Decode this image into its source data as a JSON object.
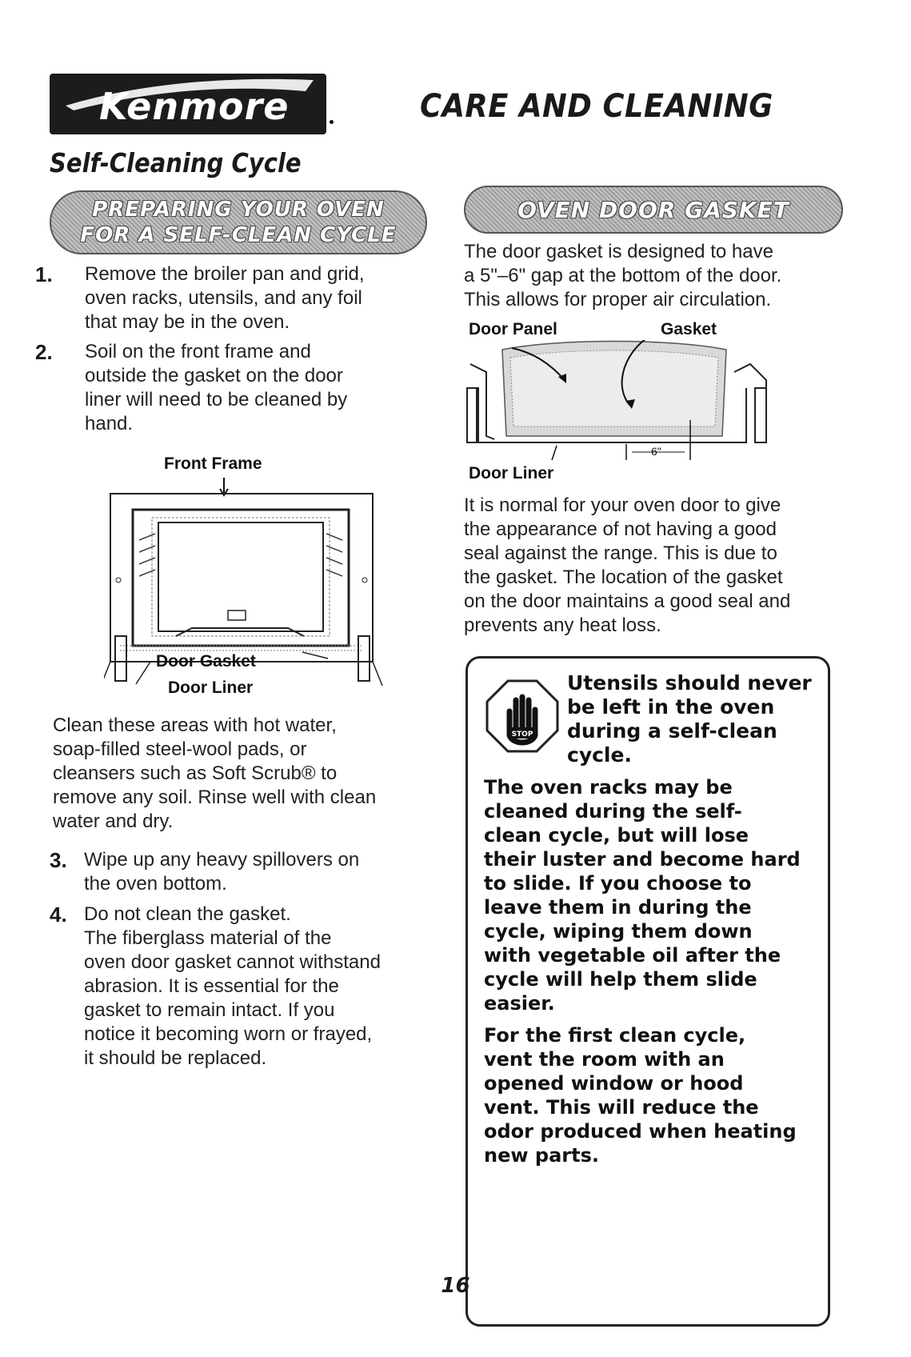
{
  "header": {
    "logo_text": "Kenmore",
    "title": "CARE AND CLEANING"
  },
  "subtitle": "Self-Cleaning Cycle",
  "left": {
    "section_title_line1": "PREPARING YOUR OVEN",
    "section_title_line2": "FOR A SELF-CLEAN CYCLE",
    "step1_num": "1.",
    "step1_lines": [
      "Remove the broiler pan and grid,",
      "oven racks, utensils, and any foil",
      "that may be in the oven."
    ],
    "step2_num": "2.",
    "step2_lines": [
      "Soil on the front frame and",
      "outside the gasket on the door",
      "liner will need to be cleaned by",
      "hand."
    ],
    "diagram_labels": {
      "front_frame": "Front Frame",
      "door_gasket": "Door Gasket",
      "door_liner": "Door Liner"
    },
    "clean_lines": [
      "Clean these areas with hot water,",
      "soap-filled steel-wool pads, or",
      "cleansers such as Soft Scrub® to",
      "remove any soil. Rinse well with clean",
      "water and dry."
    ],
    "step3_num": "3.",
    "step3_lines": [
      "Wipe up any heavy spillovers on",
      "the oven bottom."
    ],
    "step4_num": "4.",
    "step4_lines": [
      "Do not clean the gasket.",
      "The fiberglass material of the",
      "oven door gasket cannot withstand",
      "abrasion. It is essential for the",
      "gasket to remain intact. If you",
      "notice it becoming worn or frayed,",
      "it should be replaced."
    ]
  },
  "right": {
    "section_title": "OVEN DOOR GASKET",
    "intro_lines": [
      "The door gasket is designed to have",
      "a 5\"–6\" gap at the bottom of the door.",
      "This allows for proper air circulation."
    ],
    "diagram_labels": {
      "door_panel": "Door Panel",
      "gasket": "Gasket",
      "door_liner": "Door Liner",
      "gap": "6\""
    },
    "normal_lines": [
      "It is normal for your oven door to give",
      "the appearance of not having a good",
      "seal against the range. This is due to",
      "the gasket. The location of the gasket",
      "on the door maintains a good seal and",
      "prevents any heat loss."
    ],
    "caution": {
      "icon": "stop-hand-icon",
      "icon_text": "STOP",
      "heading_lines": [
        "Utensils should never",
        "be left in the oven",
        "during a self-clean",
        "cycle."
      ],
      "para1_lines": [
        "The oven racks may be",
        "cleaned during the self-",
        "clean cycle, but will lose",
        "their luster and become hard",
        "to slide. If you choose to",
        "leave them in during the",
        "cycle, wiping them down",
        "with vegetable oil after the",
        "cycle will help them slide",
        "easier."
      ],
      "para2_lines": [
        "For the first clean cycle,",
        "vent the room with an",
        "opened window or hood",
        "vent. This will reduce the",
        "odor produced when heating",
        "new parts."
      ]
    }
  },
  "page_number": "16"
}
